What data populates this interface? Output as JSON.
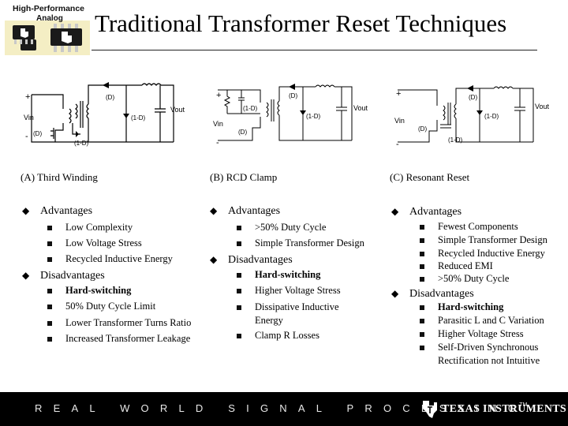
{
  "header": {
    "logo_line1": "High-Performance",
    "logo_line2": "Analog",
    "title": "Traditional Transformer Reset Techniques"
  },
  "columns": [
    {
      "label": "(A) Third  Winding",
      "circuit_labels": {
        "plus": "+",
        "minus": "-",
        "vin": "Vin",
        "vout": "Vout",
        "d": "(D)",
        "d1": "(1-D)",
        "d1b": "(1-D)",
        "dq": "(D)"
      },
      "advantages_heading": "Advantages",
      "advantages": [
        "Low Complexity",
        "Low Voltage Stress",
        "Recycled Inductive Energy"
      ],
      "disadvantages_heading": "Disadvantages",
      "disadvantages": [
        "Hard-switching",
        "50% Duty Cycle Limit",
        "Lower Transformer Turns Ratio",
        "Increased Transformer Leakage"
      ]
    },
    {
      "label": "(B) RCD Clamp",
      "circuit_labels": {
        "plus": "+",
        "minus": "-",
        "vin": "Vin",
        "vout": "Vout",
        "d": "(D)",
        "d1": "(1-D)",
        "d1b": "(1-D)",
        "dq": "(D)"
      },
      "advantages_heading": "Advantages",
      "advantages": [
        ">50% Duty Cycle",
        "Simple Transformer Design"
      ],
      "disadvantages_heading": "Disadvantages",
      "disadvantages": [
        "Hard-switching",
        "Higher Voltage Stress",
        "Dissipative Inductive Energy",
        "Clamp R Losses"
      ]
    },
    {
      "label": "(C) Resonant Reset",
      "circuit_labels": {
        "plus": "+",
        "minus": "-",
        "vin": "Vin",
        "vout": "Vout",
        "d": "(D)",
        "d1": "(1-D)",
        "d1b": "(1-D)",
        "dq": "(D)"
      },
      "advantages_heading": "Advantages",
      "advantages": [
        "Fewest Components",
        "Simple Transformer Design",
        "Recycled Inductive Energy",
        "Reduced EMI",
        ">50% Duty Cycle"
      ],
      "disadvantages_heading": "Disadvantages",
      "disadvantages": [
        "Hard-switching",
        "Parasitic L and C Variation",
        "Higher Voltage Stress",
        "Self-Driven Synchronous Rectification not Intuitive"
      ]
    }
  ],
  "footer": {
    "tagline": "REAL WORLD SIGNAL PROCESSING",
    "tm": "TM",
    "brand": "TEXAS INSTRUMENTS"
  },
  "colors": {
    "logo_chip": "#1a1a1a",
    "logo_bg": "#f0e8b0",
    "footer_bg": "#000000"
  }
}
